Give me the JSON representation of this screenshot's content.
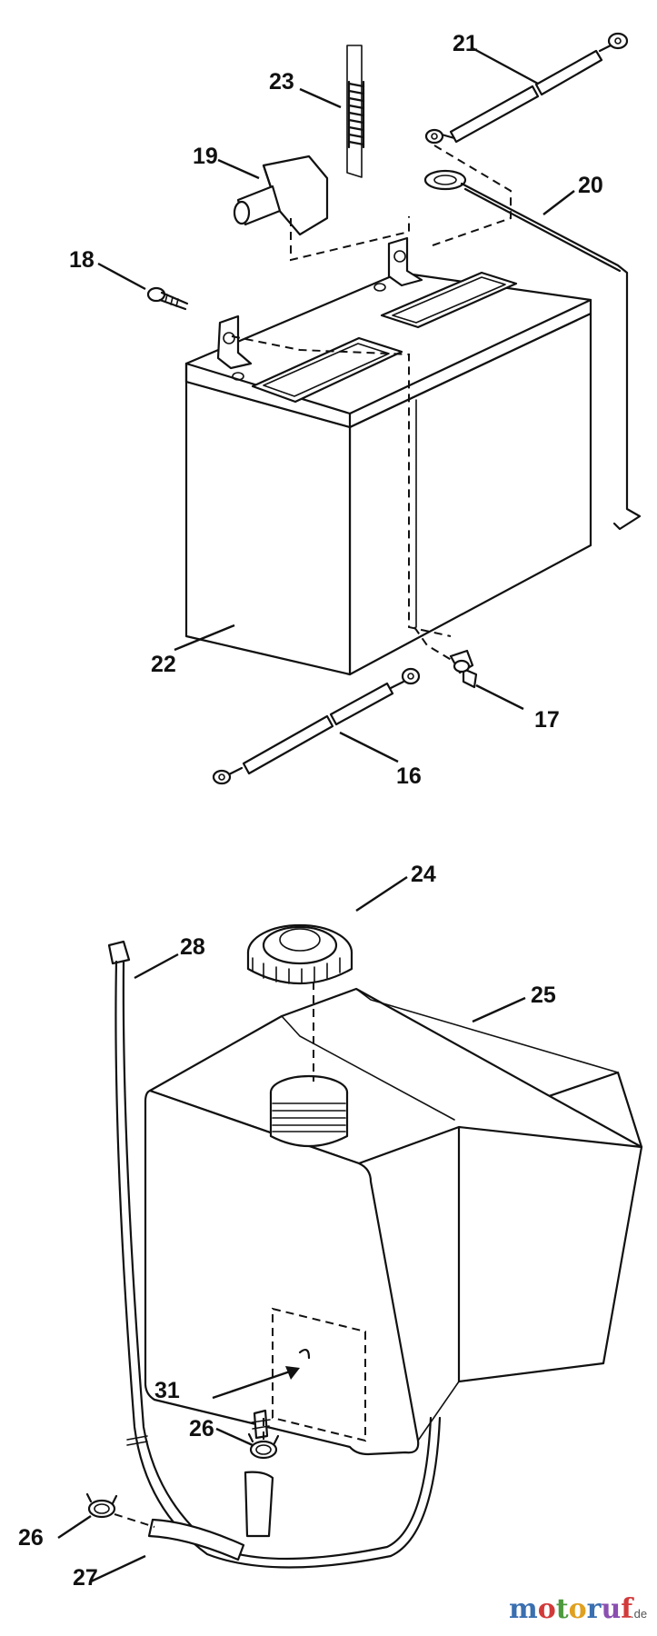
{
  "callouts": {
    "c16": "16",
    "c17": "17",
    "c18": "18",
    "c19": "19",
    "c20": "20",
    "c21": "21",
    "c22": "22",
    "c23": "23",
    "c24": "24",
    "c25": "25",
    "c26a": "26",
    "c26b": "26",
    "c27": "27",
    "c28": "28",
    "c31": "31"
  },
  "watermark": {
    "letters": [
      "m",
      "o",
      "t",
      "o",
      "r",
      "u",
      "f"
    ],
    "letter_colors": [
      "#3a6fb0",
      "#d23a3a",
      "#4c9a3c",
      "#e0a020",
      "#3a6fb0",
      "#8a4fb0",
      "#d23a3a"
    ],
    "suffix": ".de"
  }
}
